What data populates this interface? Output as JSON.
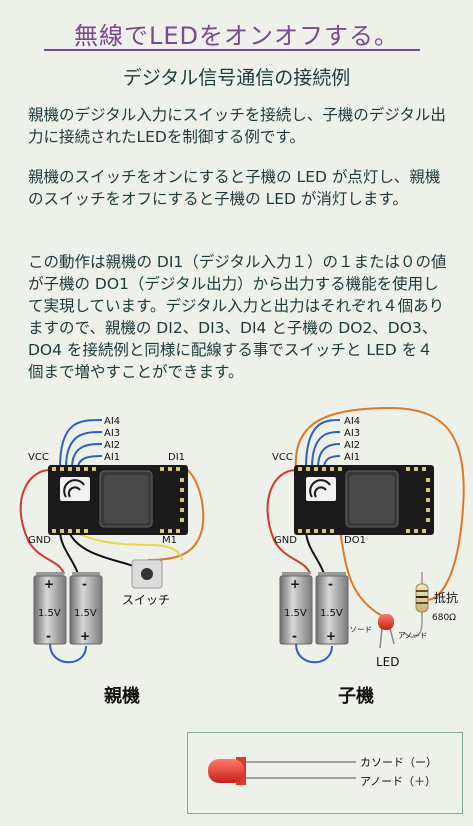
{
  "title": "無線でLEDをオンオフする。",
  "subtitle": "デジタル信号通信の接続例",
  "paragraphs": [
    "親機のデジタル入力にスイッチを接続し、子機のデジタル出力に接続されたLEDを制御する例です。",
    "親機のスイッチをオンにすると子機の LED が点灯し、親機のスイッチをオフにすると子機の LED が消灯します。",
    "この動作は親機の DI1（デジタル入力１）の１または０の値が子機の DO1（デジタル出力）から出力する機能を使用して実現しています。デジタル入力と出力はそれぞれ４個ありますので、親機の DI2、DI3、DI4 と子機の DO2、DO3、DO4 を接続例と同様に配線する事でスイッチと LED を４個まで増やすことができます。"
  ],
  "parent": {
    "caption": "親機",
    "pins": {
      "ai4": "AI4",
      "ai3": "AI3",
      "ai2": "AI2",
      "ai1": "AI1",
      "vcc": "VCC",
      "di1": "DI1",
      "gnd": "GND",
      "m1": "M1"
    },
    "switch_label": "スイッチ",
    "battery1": "1.5V",
    "battery2": "1.5V",
    "plus": "+",
    "minus": "-"
  },
  "child": {
    "caption": "子機",
    "pins": {
      "ai4": "AI4",
      "ai3": "AI3",
      "ai2": "AI2",
      "ai1": "AI1",
      "vcc": "VCC",
      "gnd": "GND",
      "do1": "DO1"
    },
    "resistor_label": "抵抗",
    "resistor_value": "680Ω",
    "cathode": "カソード",
    "anode": "アノード",
    "led_label": "LED",
    "battery1": "1.5V",
    "battery2": "1.5V",
    "plus": "+",
    "minus": "-"
  },
  "legend": {
    "cathode": "カソード（ー）",
    "anode": "アノード（＋）"
  },
  "colors": {
    "title": "#7a4a8e",
    "wire_blue": "#2f5fb8",
    "wire_red": "#d23a2a",
    "wire_orange": "#e0782a",
    "wire_yellow": "#e6d84a",
    "board": "#1a1a1a",
    "led_red": "#e23a2a"
  }
}
